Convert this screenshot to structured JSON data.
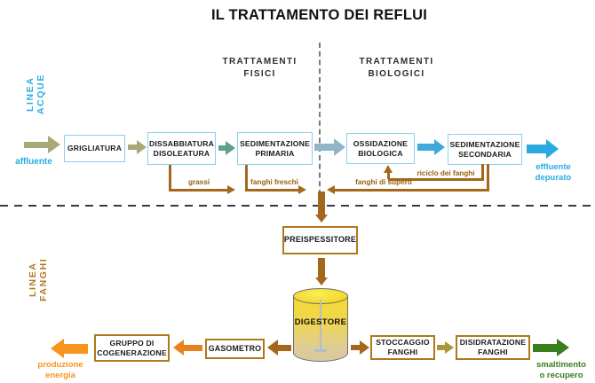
{
  "title": "IL TRATTAMENTO DEI REFLUI",
  "headers": {
    "physical": "TRATTAMENTI\nFISICI",
    "biological": "TRATTAMENTI\nBIOLOGICI"
  },
  "water": {
    "line_label": "LINEA ACQUE",
    "influent": "affluente",
    "effluent": "effluente\ndepurato",
    "boxes": {
      "grigliatura": "GRIGLIATURA",
      "dissabbiatura": "DISSABBIATURA\nDISOLEATURA",
      "sedimentazione_primaria": "SEDIMENTAZIONE\nPRIMARIA",
      "ossidazione_biologica": "OSSIDAZIONE\nBIOLOGICA",
      "sedimentazione_secondaria": "SEDIMENTAZIONE\nSECONDARIA"
    },
    "flows": {
      "grassi": "grassi",
      "fanghi_freschi": "fanghi freschi",
      "riciclo": "riciclo dei fanghi",
      "supero": "fanghi di supero"
    }
  },
  "sludge": {
    "line_label": "LINEA FANGHI",
    "boxes": {
      "preispessitore": "PREISPESSITORE",
      "digestore": "DIGESTORE",
      "gasometro": "GASOMETRO",
      "gruppo_cogenerazione": "GRUPPO DI\nCOGENERAZIONE",
      "stoccaggio": "STOCCAGGIO\nFANGHI",
      "disidratazione": "DISIDRATAZIONE\nFANGHI"
    },
    "output_energy": "produzione\nenergia",
    "output_disposal": "smaltimento\no recupero"
  },
  "colors": {
    "water_blue": "#29ABE2",
    "water_box_border": "#8CCFF0",
    "bright_blue_arrow": "#3FA9DC",
    "gray_blue_arrow": "#92B5C8",
    "khaki_arrow": "#ABA878",
    "teal_arrow": "#5FA287",
    "sludge_brown": "#A4671B",
    "sludge_box_border": "#B1771C",
    "flow_label_brown": "#96600F",
    "orange_arrow": "#E8821E",
    "bright_orange": "#F7941D",
    "olive_arrow": "#A89838",
    "green_arrow": "#3A7D1E",
    "digester_yellow": "#F4DA2E"
  }
}
